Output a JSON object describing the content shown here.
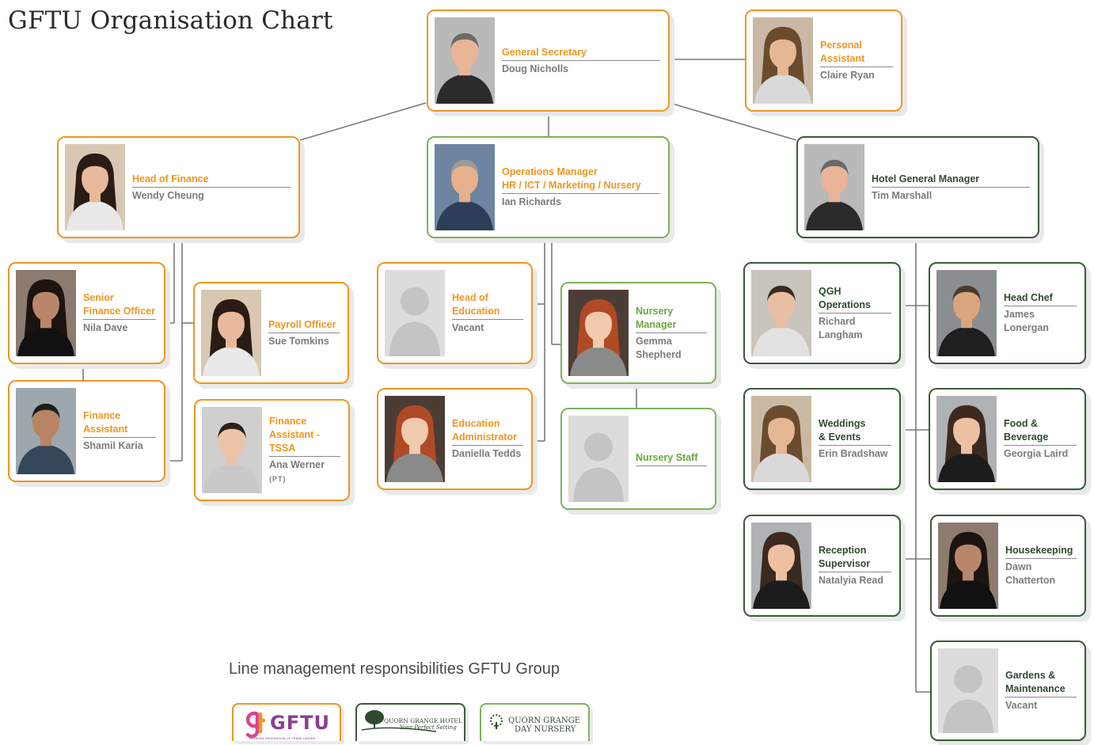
{
  "title": "GFTU Organisation Chart",
  "legend_text": "Line management responsibilities GFTU Group",
  "colors": {
    "gftu_orange": "#ef961f",
    "hotel_green": "#3d5a3a",
    "nursery_green": "#7fb25c",
    "connector": "#777777"
  },
  "cards": {
    "general_secretary": {
      "role": "General Secretary",
      "name": "Doug Nicholls"
    },
    "personal_assistant": {
      "role": "Personal\nAssistant",
      "name": "Claire Ryan"
    },
    "head_finance": {
      "role": "Head of Finance",
      "name": "Wendy Cheung"
    },
    "ops_manager": {
      "role": "Operations Manager\nHR / ICT / Marketing /   Nursery",
      "name": "Ian Richards"
    },
    "hotel_gm": {
      "role": "Hotel General Manager",
      "name": "Tim Marshall"
    },
    "senior_finance": {
      "role": "Senior\nFinance Officer",
      "name": "Nila Dave"
    },
    "finance_assistant": {
      "role": "Finance\nAssistant",
      "name": "Shamil Karia"
    },
    "payroll": {
      "role": "Payroll Officer",
      "name": "Sue Tomkins"
    },
    "finance_tssa": {
      "role": "Finance\nAssistant -TSSA",
      "name": "Ana Werner",
      "name_suffix": "(PT)"
    },
    "head_education": {
      "role": "Head of\nEducation",
      "name": "Vacant"
    },
    "education_admin": {
      "role": "Education\nAdministrator",
      "name": "Daniella Tedds"
    },
    "nursery_manager": {
      "role": "Nursery\nManager",
      "name": "Gemma\nShepherd"
    },
    "nursery_staff": {
      "role": "Nursery Staff",
      "name": ""
    },
    "qgh_ops": {
      "role": "QGH\nOperations",
      "name": "Richard\nLangham"
    },
    "head_chef": {
      "role": "Head Chef",
      "name": "James\nLonergan"
    },
    "weddings": {
      "role": "Weddings\n& Events",
      "name": "Erin Bradshaw"
    },
    "food_beverage": {
      "role": "Food &\nBeverage",
      "name": "Georgia Laird"
    },
    "reception": {
      "role": "Reception\nSupervisor",
      "name": "Natalyia Read"
    },
    "housekeeping": {
      "role": "Housekeeping",
      "name": "Dawn\nChatterton"
    },
    "gardens": {
      "role": "Gardens &\nMaintenance",
      "name": "Vacant"
    }
  },
  "logos": {
    "gftu": {
      "text": "GFTU",
      "subtext": "GENERAL FEDERATION OF TRADE UNIONS"
    },
    "hotel": {
      "line1": "QUORN GRANGE HOTEL",
      "line2": "Your Perfect Setting"
    },
    "nursery": {
      "line1": "QUORN GRANGE",
      "line2": "DAY NURSERY"
    }
  }
}
